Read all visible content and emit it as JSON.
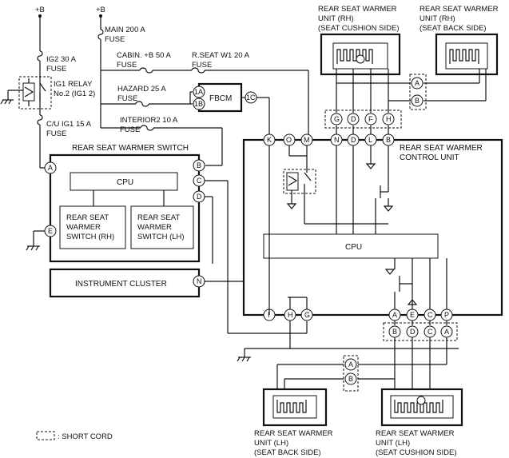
{
  "supply": {
    "b_left": "+B",
    "b_right": "+B"
  },
  "fuses": {
    "main": [
      "MAIN 200 A",
      "FUSE"
    ],
    "ig2": [
      "IG2 30 A",
      "FUSE"
    ],
    "cu_ig1": [
      "C/U IG1 15 A",
      "FUSE"
    ],
    "cabin": [
      "CABIN. +B 50 A",
      "FUSE"
    ],
    "rseat": [
      "R.SEAT W1 20 A",
      "FUSE"
    ],
    "hazard": [
      "HAZARD 25 A",
      "FUSE"
    ],
    "interior2": [
      "INTERIOR2 10 A",
      "FUSE"
    ]
  },
  "relay": [
    "IG1 RELAY",
    "No.2 (IG1 2)"
  ],
  "fbcm": {
    "label": "FBCM",
    "pins": [
      "1A",
      "1B",
      "1C"
    ]
  },
  "switch": {
    "title": "REAR SEAT WARMER SWITCH",
    "cpu": "CPU",
    "rh": [
      "REAR SEAT",
      "WARMER",
      "SWITCH (RH)"
    ],
    "lh": [
      "REAR SEAT",
      "WARMER",
      "SWITCH (LH)"
    ],
    "pins": {
      "A": "A",
      "E": "E",
      "B": "B",
      "C": "C",
      "D": "D"
    }
  },
  "cluster": {
    "label": "INSTRUMENT CLUSTER",
    "pin": "N"
  },
  "control_unit": {
    "title": [
      "REAR SEAT WARMER",
      "CONTROL UNIT"
    ],
    "cpu": "CPU",
    "top_pins": [
      "K",
      "O",
      "M",
      "N",
      "D",
      "L",
      "B"
    ],
    "bottom_pins": [
      "I",
      "H",
      "G",
      "A",
      "E",
      "C",
      "P"
    ]
  },
  "rh_cushion": {
    "label": [
      "REAR SEAT WARMER",
      "UNIT (RH)",
      "(SEAT CUSHION SIDE)"
    ]
  },
  "rh_back": {
    "label": [
      "REAR SEAT WARMER",
      "UNIT (RH)",
      "(SEAT BACK SIDE)"
    ]
  },
  "lh_back": {
    "label": [
      "REAR SEAT WARMER",
      "UNIT (LH)",
      "(SEAT BACK SIDE)"
    ]
  },
  "lh_cushion": {
    "label": [
      "REAR SEAT WARMER",
      "UNIT (LH)",
      "(SEAT CUSHION SIDE)"
    ]
  },
  "rh_short_top": [
    "G",
    "D",
    "F",
    "H"
  ],
  "rh_short_side": [
    "A",
    "B"
  ],
  "lh_short_bottom": [
    "B",
    "D",
    "C",
    "A"
  ],
  "lh_short_side": [
    "A",
    "B"
  ],
  "legend": ": SHORT CORD"
}
